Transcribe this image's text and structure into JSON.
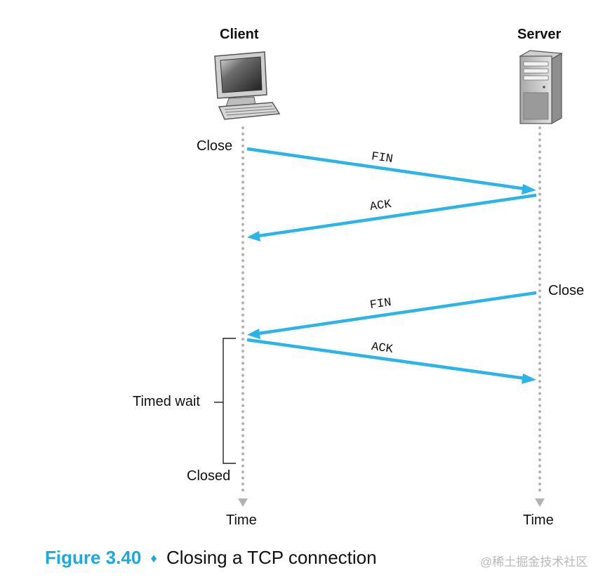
{
  "diagram": {
    "client_label": "Client",
    "server_label": "Server",
    "client_close_label": "Close",
    "server_close_label": "Close",
    "timed_wait_label": "Timed wait",
    "closed_label": "Closed",
    "client_time_label": "Time",
    "server_time_label": "Time",
    "messages": [
      {
        "label": "FIN",
        "from": "client",
        "to": "server"
      },
      {
        "label": "ACK",
        "from": "server",
        "to": "client"
      },
      {
        "label": "FIN",
        "from": "server",
        "to": "client"
      },
      {
        "label": "ACK",
        "from": "client",
        "to": "server"
      }
    ],
    "icons": {
      "client": "desktop-computer-icon",
      "server": "server-tower-icon"
    },
    "colors": {
      "arrow": "#2ab4e8",
      "timeline": "#b3b3b3",
      "caption_accent": "#1ba9e1"
    }
  },
  "caption": {
    "figure_number": "Figure 3.40",
    "separator": "♦",
    "title": "Closing a TCP connection"
  },
  "watermark": "@稀土掘金技术社区"
}
